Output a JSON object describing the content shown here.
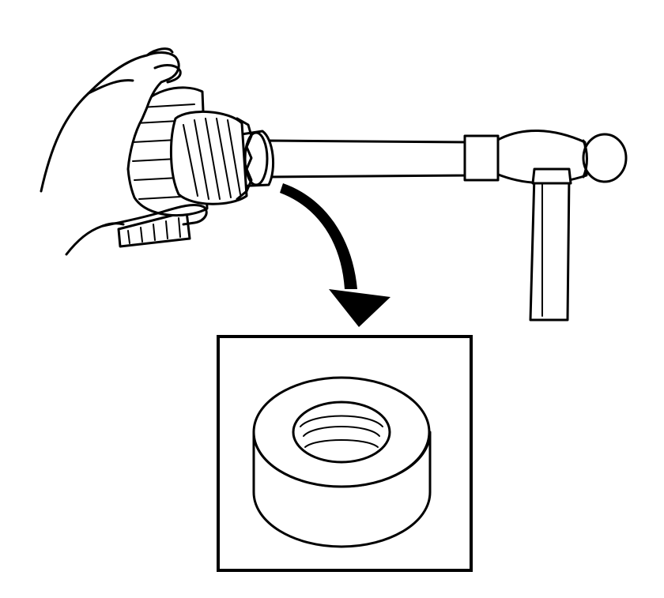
{
  "figure": {
    "type": "service-procedure-illustration",
    "colors": {
      "line": "#000000",
      "background": "#ffffff"
    },
    "parts": [
      "hands",
      "gear-assembly",
      "adapter-sleeve",
      "driver-shaft",
      "hammer",
      "curved-arrow",
      "detail-inset",
      "adapter-ring"
    ]
  }
}
